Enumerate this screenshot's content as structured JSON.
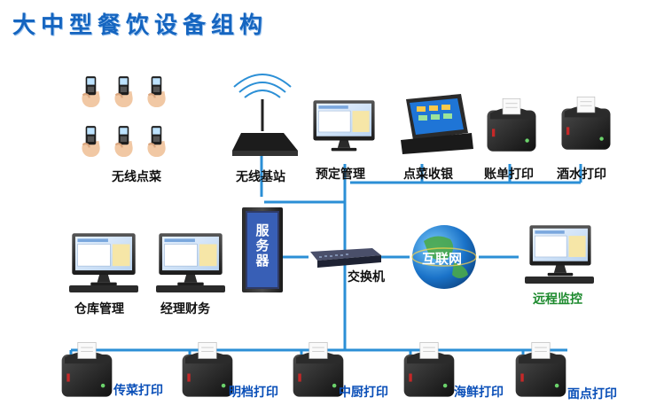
{
  "title": "大中型餐饮设备组构",
  "nodes": {
    "wireless_ordering": "无线点菜",
    "wireless_base_station": "无线基站",
    "reservation_management": "预定管理",
    "ordering_cashier": "点菜收银",
    "bill_printing": "账单打印",
    "drinks_printing": "酒水打印",
    "server": "服务器",
    "switch": "交换机",
    "internet": "互联网",
    "remote_monitoring": "远程监控",
    "warehouse_management": "仓库管理",
    "manager_finance": "经理财务",
    "serving_printing": "传菜打印",
    "open_station_printing": "明档打印",
    "kitchen_printing": "中厨打印",
    "seafood_printing": "海鲜打印",
    "noodle_printing": "面点打印"
  },
  "colors": {
    "title": "#1565c0",
    "connector": "#2b8fd6",
    "remote_label": "#1d8a2e",
    "internet_label": "#0a4fb8"
  },
  "icons": {
    "handheld": "handheld-terminal-icon",
    "router": "wireless-router-icon",
    "monitor": "desktop-monitor-icon",
    "pos": "pos-terminal-icon",
    "printer": "receipt-printer-icon",
    "server": "server-tower-icon",
    "switch": "network-switch-icon",
    "globe": "globe-icon"
  }
}
